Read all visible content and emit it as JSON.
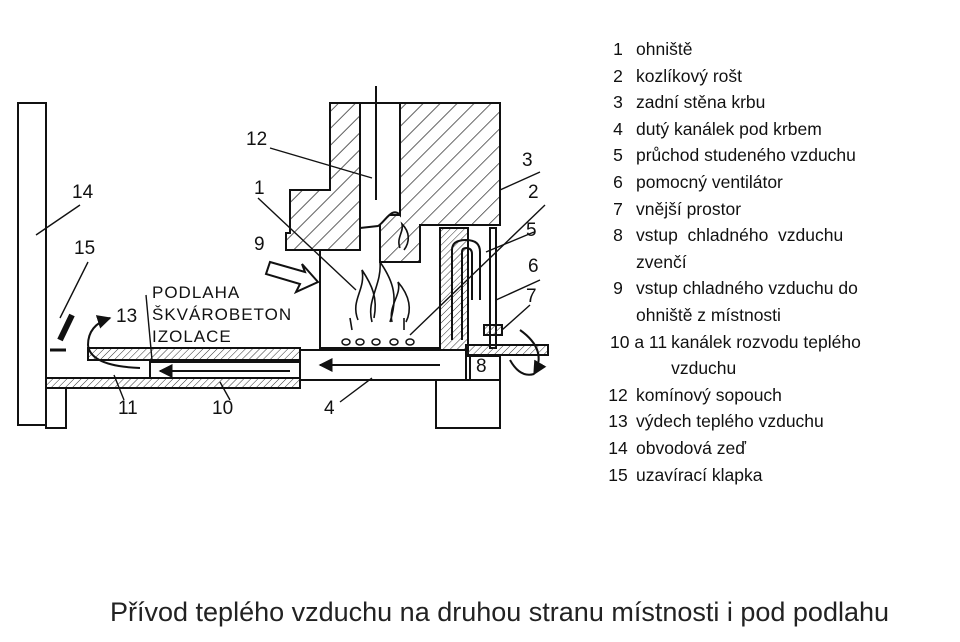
{
  "diagram": {
    "callouts": [
      "1",
      "2",
      "3",
      "4",
      "5",
      "6",
      "7",
      "8",
      "9",
      "10",
      "11",
      "12",
      "13",
      "14",
      "15"
    ],
    "materials": [
      "PODLAHA",
      "ŠKVÁROBETON",
      "IZOLACE"
    ]
  },
  "legend": [
    {
      "num": "1",
      "text": "ohniště"
    },
    {
      "num": "2",
      "text": "kozlíkový rošt"
    },
    {
      "num": "3",
      "text": "zadní stěna krbu"
    },
    {
      "num": "4",
      "text": "dutý kanálek pod krbem"
    },
    {
      "num": "5",
      "text": "průchod studeného vzduchu"
    },
    {
      "num": "6",
      "text": "pomocný ventilátor"
    },
    {
      "num": "7",
      "text": "vnější prostor"
    },
    {
      "num": "8",
      "text": "vstup  chladného  vzduchu\nzvenčí"
    },
    {
      "num": "9",
      "text": "vstup chladného vzduchu do\nohniště z místnosti"
    },
    {
      "num": "10 a 11",
      "text": "kanálek rozvodu teplého\nvzduchu"
    },
    {
      "num": "12",
      "text": "komínový sopouch"
    },
    {
      "num": "13",
      "text": "výdech teplého vzduchu"
    },
    {
      "num": "14",
      "text": "obvodová zeď"
    },
    {
      "num": "15",
      "text": "uzavírací klapka"
    }
  ],
  "caption": "Přívod teplého vzduchu na druhou stranu místnosti i pod podlahu"
}
